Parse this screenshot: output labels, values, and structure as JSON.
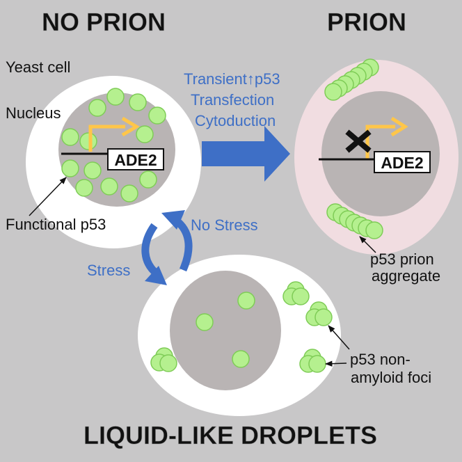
{
  "titles": {
    "no_prion": "NO PRION",
    "prion": "PRION",
    "droplets": "LIQUID-LIKE DROPLETS"
  },
  "labels": {
    "yeast_cell": "Yeast cell",
    "nucleus": "Nucleus",
    "functional_p53": "Functional p53",
    "gene_left": "ADE2",
    "gene_right": "ADE2",
    "prion_aggregate_line1": "p53 prion",
    "prion_aggregate_line2": "aggregate",
    "foci_line1": "p53 non-",
    "foci_line2": "amyloid foci"
  },
  "transition": {
    "line1_a": "Transient",
    "line1_arrow": "↑",
    "line1_b": "p53",
    "line2": "Transfection",
    "line3": "Cytoduction",
    "no_stress": "No Stress",
    "stress": "Stress"
  },
  "colors": {
    "background": "#c8c7c8",
    "cell_white": "#ffffff",
    "cell_pink": "#f1dde1",
    "nucleus": "#b9b4b4",
    "p53_fill": "#b5f08f",
    "p53_stroke": "#7fcc57",
    "transcription_arrow": "#ffc649",
    "blue_arrow": "#3e6fc6",
    "blue_text": "#3e6fc6"
  }
}
